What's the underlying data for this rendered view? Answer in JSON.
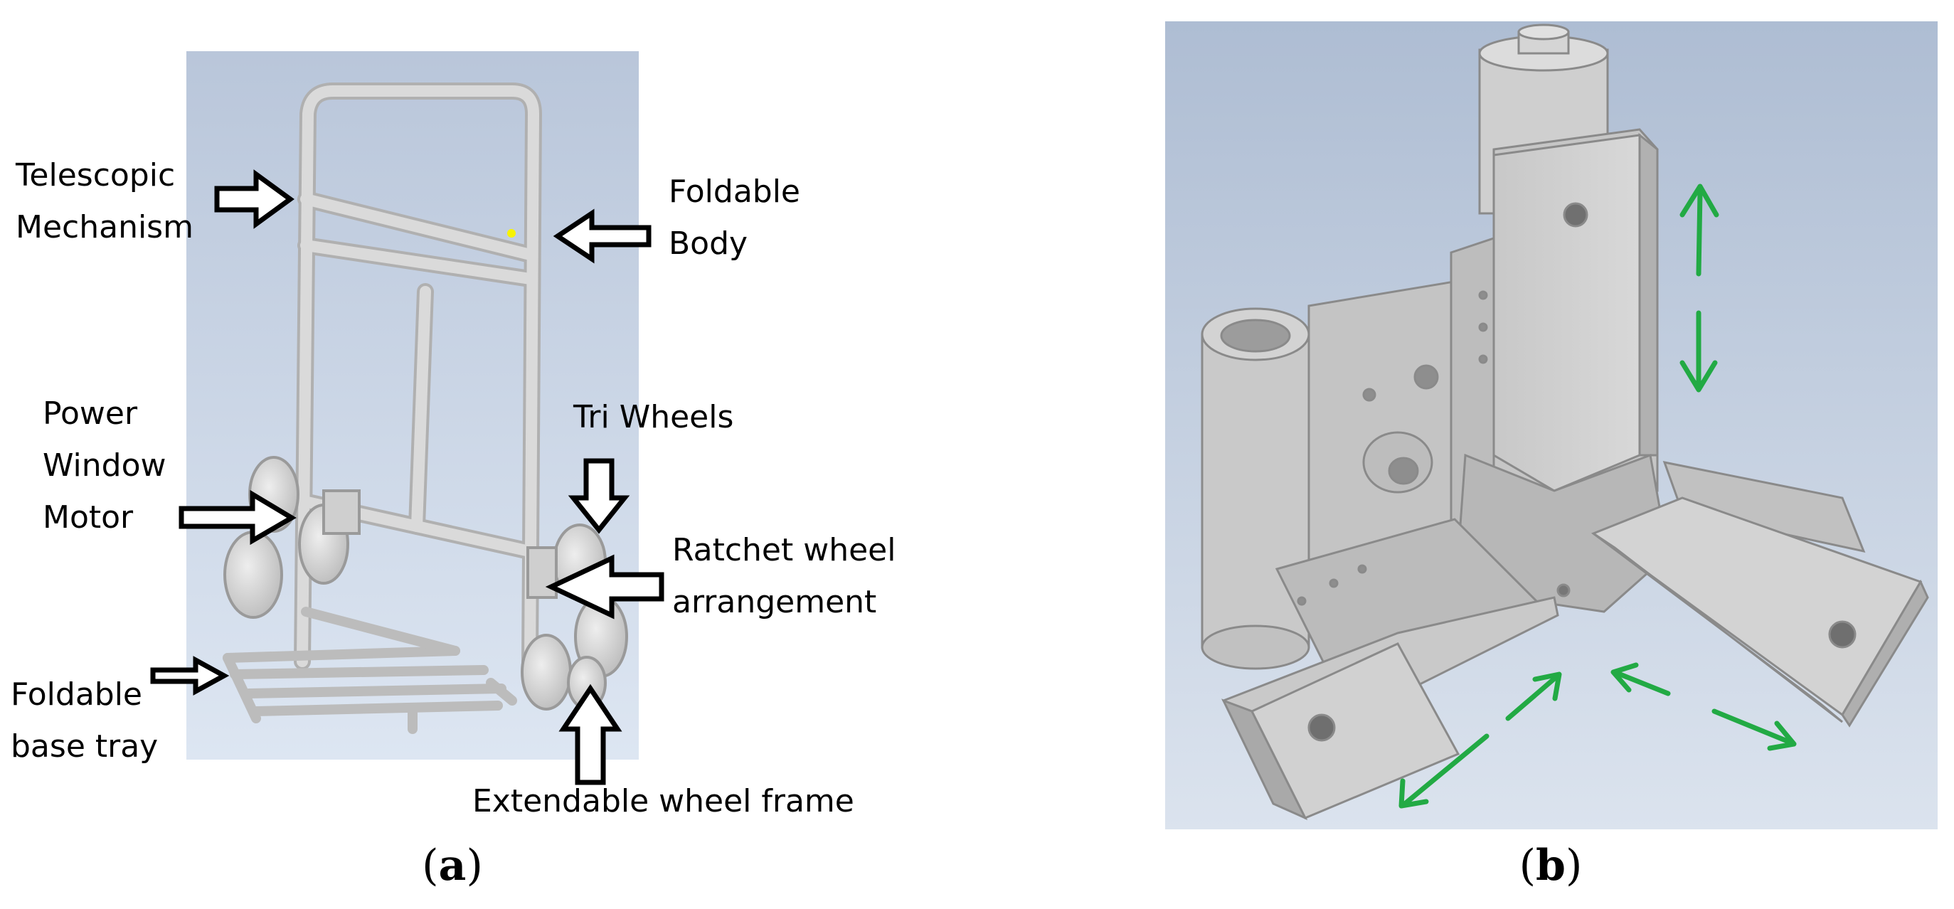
{
  "colors": {
    "panel_a_bg_top": "#b9c6da",
    "panel_a_bg_bottom": "#dde6f2",
    "panel_b_bg_top": "#aebdd3",
    "panel_b_bg_bottom": "#dbe3ee",
    "frame_grey": "#d6d6d6",
    "part_grey": "#bdbdbd",
    "motion_arrow": "#22aa44",
    "callout_arrow": "#000000",
    "marker_yellow": "#f7f300"
  },
  "panel_a": {
    "caption_open": "(",
    "caption_letter": "a",
    "caption_close": ")",
    "labels": {
      "telescopic_1": "Telescopic",
      "telescopic_2": "Mechanism",
      "foldable_body_1": "Foldable",
      "foldable_body_2": "Body",
      "power_1": "Power",
      "power_2": "Window",
      "power_3": "Motor",
      "tri_wheels": "Tri Wheels",
      "ratchet_1": "Ratchet wheel",
      "ratchet_2": "arrangement",
      "tray_1": "Foldable",
      "tray_2": "base tray",
      "extendable": "Extendable wheel frame"
    },
    "callout_icon": "outline-block-arrow-icon"
  },
  "panel_b": {
    "caption_open": "(",
    "caption_letter": "b",
    "caption_close": ")",
    "motion_icon": "double-headed-dashed-arrow-icon",
    "motion_arrow_count": 3
  }
}
